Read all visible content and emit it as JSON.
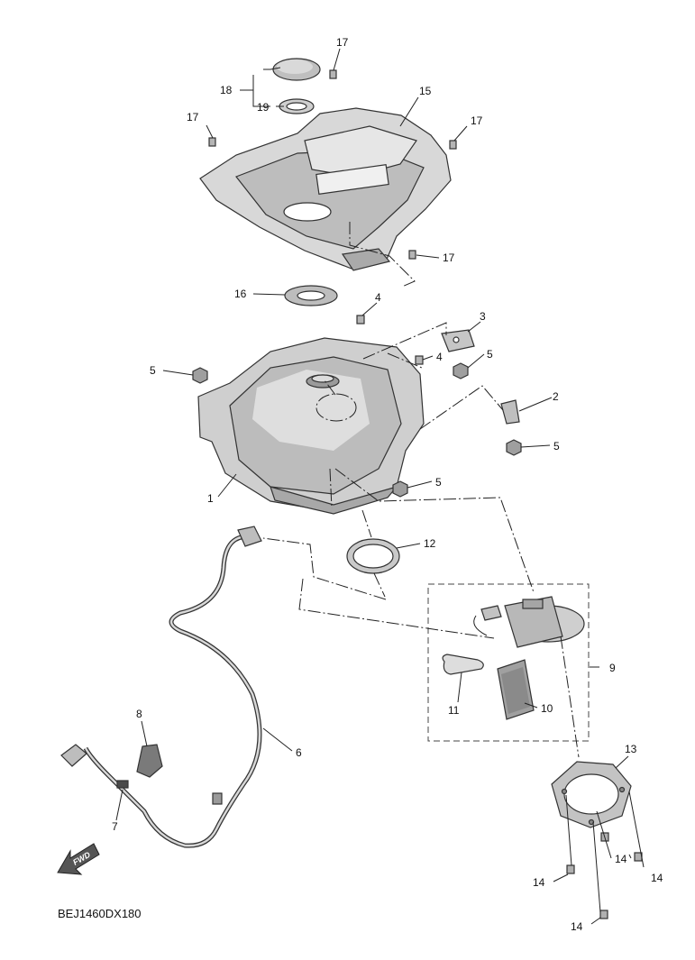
{
  "diagram_code": "BEJ1460DX180",
  "fwd_label": "FWD",
  "callouts": {
    "c1": "1",
    "c2": "2",
    "c3": "3",
    "c4a": "4",
    "c4b": "4",
    "c5a": "5",
    "c5b": "5",
    "c5c": "5",
    "c5d": "5",
    "c6": "6",
    "c7": "7",
    "c8": "8",
    "c9": "9",
    "c10": "10",
    "c11": "11",
    "c12": "12",
    "c13": "13",
    "c14a": "14",
    "c14b": "14",
    "c14c": "14",
    "c14d": "14",
    "c15": "15",
    "c16": "16",
    "c17a": "17",
    "c17b": "17",
    "c17c": "17",
    "c17d": "17",
    "c18": "18",
    "c19": "19"
  },
  "colors": {
    "ink": "#222222",
    "part_fill": "#d4d4d4",
    "part_dark": "#9a9a9a"
  }
}
